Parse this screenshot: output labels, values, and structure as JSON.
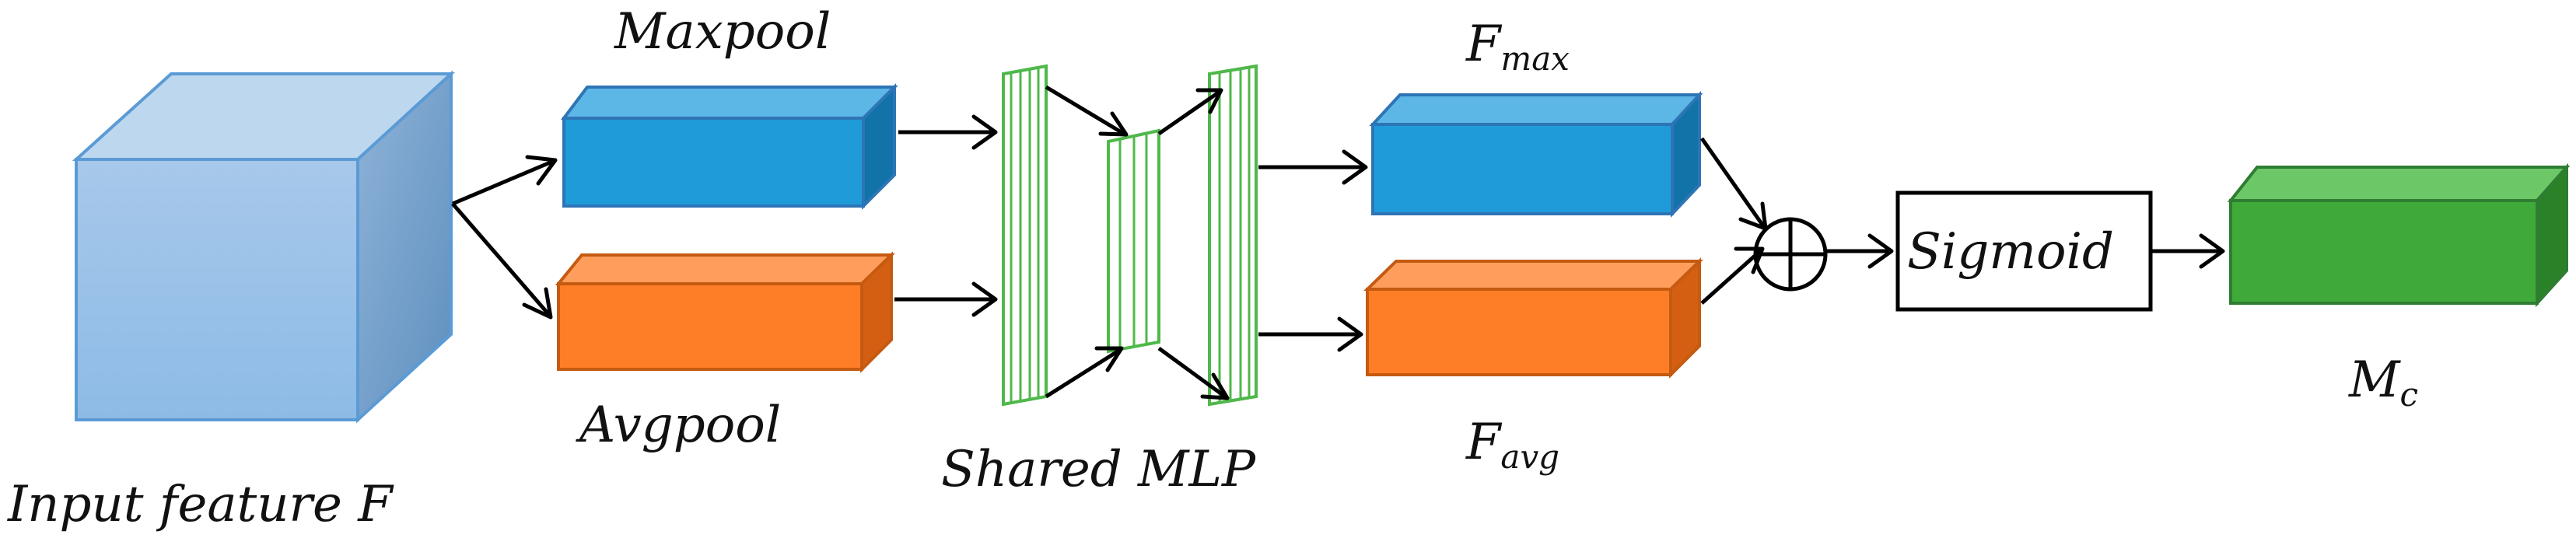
{
  "labels": {
    "input": "Input feature F",
    "maxpool": "Maxpool",
    "avgpool": "Avgpool",
    "shared_mlp": "Shared MLP",
    "f_max_main": "F",
    "f_max_sub": "max",
    "f_avg_main": "F",
    "f_avg_sub": "avg",
    "sigmoid": "Sigmoid",
    "m_c_main": "M",
    "m_c_sub": "c"
  },
  "colors": {
    "input_front": "#9ec3e6",
    "input_top": "#bdd7ee",
    "input_side": "#7aa6cf",
    "blue_front": "#1f9bd9",
    "blue_top": "#5cb7e6",
    "blue_side": "#1273a8",
    "orange_front": "#fd7e27",
    "orange_top": "#ff9e5c",
    "orange_side": "#d45f12",
    "green_front": "#3faa3a",
    "green_top": "#6cc767",
    "green_side": "#2b8128",
    "mlp_stroke": "#4fb84a"
  }
}
